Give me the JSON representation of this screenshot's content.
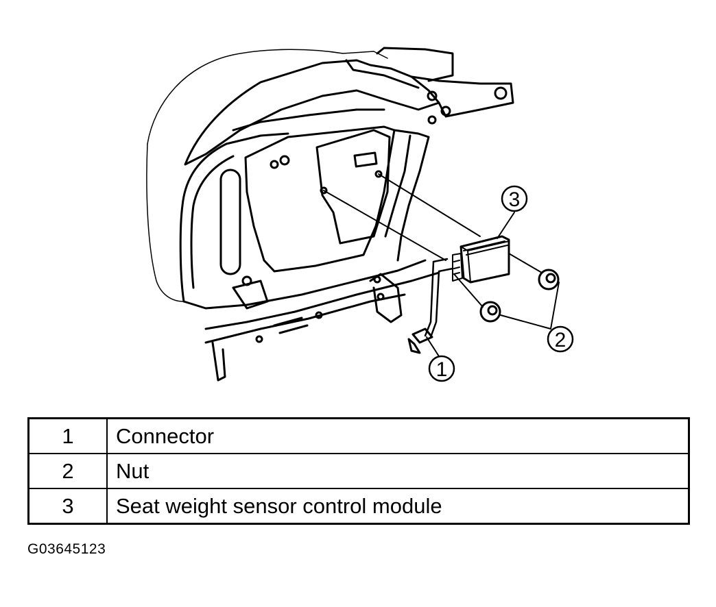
{
  "callouts": {
    "c1": "1",
    "c2": "2",
    "c3": "3"
  },
  "legend": {
    "rows": [
      {
        "num": "1",
        "label": "Connector"
      },
      {
        "num": "2",
        "label": "Nut"
      },
      {
        "num": "3",
        "label": "Seat weight sensor control module"
      }
    ]
  },
  "figure_code": "G03645123"
}
